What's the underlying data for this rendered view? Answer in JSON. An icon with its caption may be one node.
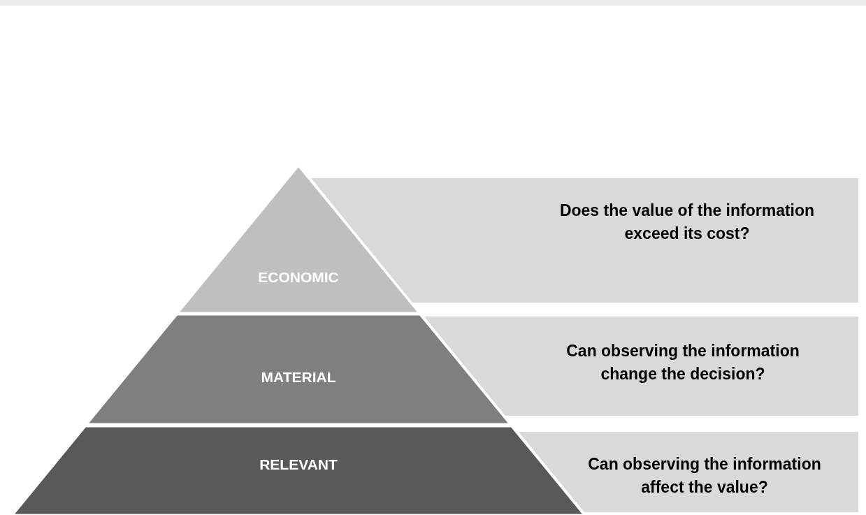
{
  "diagram": {
    "nodes": [
      {
        "text": [
          "ECONOMIC"
        ]
      },
      {
        "text": [
          "Does the value of the information exceed its cost?"
        ]
      },
      {
        "text": [
          "MATERIAL"
        ]
      },
      {
        "text": [
          "Can observing the information change the decision?"
        ]
      },
      {
        "text": [
          "RELEVANT"
        ]
      },
      {
        "text": [
          "Can observing the information affect the value?"
        ]
      }
    ]
  }
}
